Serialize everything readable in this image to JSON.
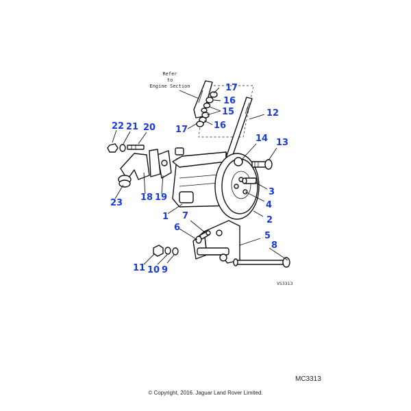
{
  "diagram": {
    "drawing_code": "VS3313",
    "note_lines": [
      "Refer",
      "to",
      "Engine Section"
    ],
    "callouts": {
      "c1": "1",
      "c2": "2",
      "c3": "3",
      "c4": "4",
      "c5": "5",
      "c6": "6",
      "c7": "7",
      "c8": "8",
      "c9": "9",
      "c10": "10",
      "c11": "11",
      "c12": "12",
      "c13": "13",
      "c14": "14",
      "c15": "15",
      "c16a": "16",
      "c16b": "16",
      "c17a": "17",
      "c17b": "17",
      "c18": "18",
      "c19": "19",
      "c20": "20",
      "c21": "21",
      "c22": "22",
      "c23": "23"
    },
    "label_color": "#1a3ad6"
  },
  "footer": {
    "reference": "MC3313",
    "copyright": "© Copyright, 2016. Jaguar Land Rover Limited."
  }
}
